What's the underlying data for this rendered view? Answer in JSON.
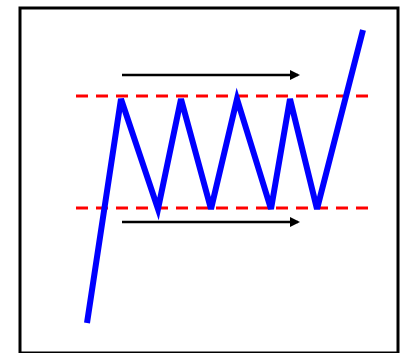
{
  "diagram": {
    "kind": "price-channel-breakout",
    "colors": {
      "background": "#ffffff",
      "frame": "#000000",
      "price_line": "#0000ff",
      "channel_line": "#ff0000",
      "arrow": "#000000"
    },
    "elements": {
      "resistance_line": {
        "style": "dashed"
      },
      "support_line": {
        "style": "dashed"
      },
      "upper_arrow": {
        "direction": "right"
      },
      "lower_arrow": {
        "direction": "right"
      }
    }
  }
}
